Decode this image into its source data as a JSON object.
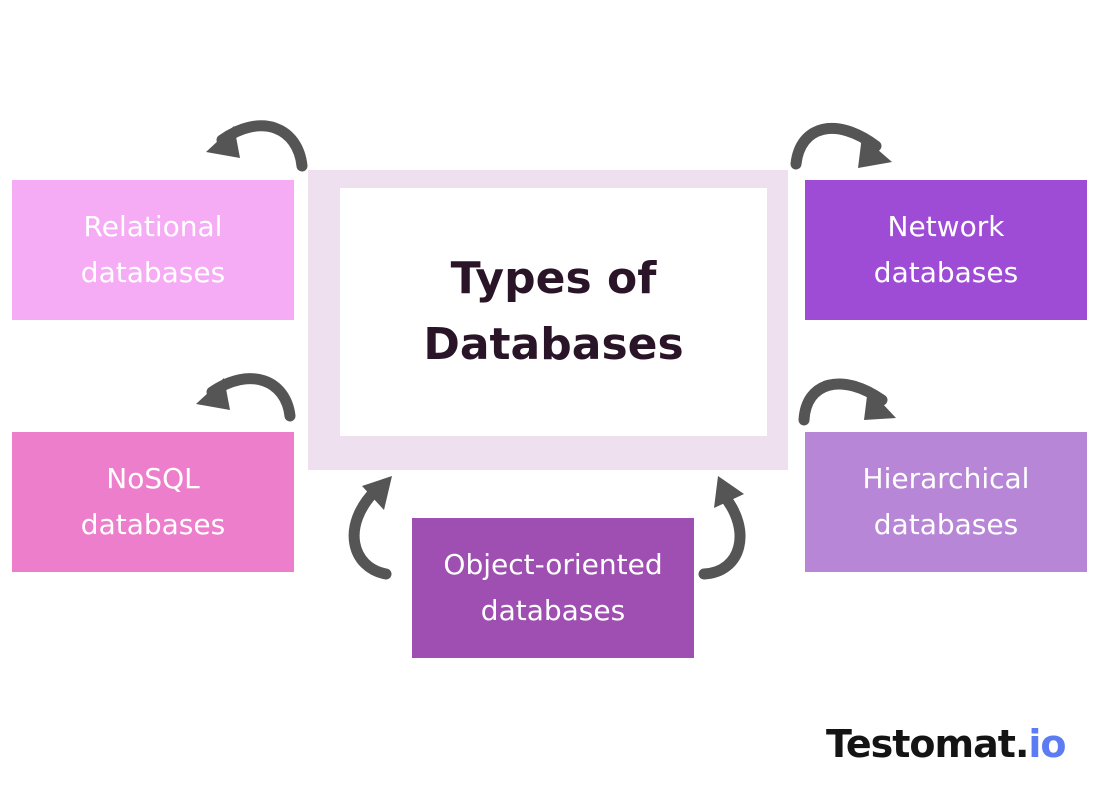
{
  "center": {
    "title_line1": "Types of",
    "title_line2": "Databases"
  },
  "boxes": {
    "relational": {
      "line1": "Relational",
      "line2": "databases"
    },
    "nosql": {
      "line1": "NoSQL",
      "line2": "databases"
    },
    "network": {
      "line1": "Network",
      "line2": "databases"
    },
    "hierarchical": {
      "line1": "Hierarchical",
      "line2": "databases"
    },
    "object": {
      "line1": "Object-oriented",
      "line2": "databases"
    }
  },
  "logo": {
    "main": "Testomat.",
    "accent": "io"
  },
  "colors": {
    "relational": "#f5acf5",
    "nosql": "#ec7ecb",
    "network": "#9e4bd6",
    "hierarchical": "#b786d6",
    "object": "#9e4fb1",
    "arrow": "#555555"
  }
}
